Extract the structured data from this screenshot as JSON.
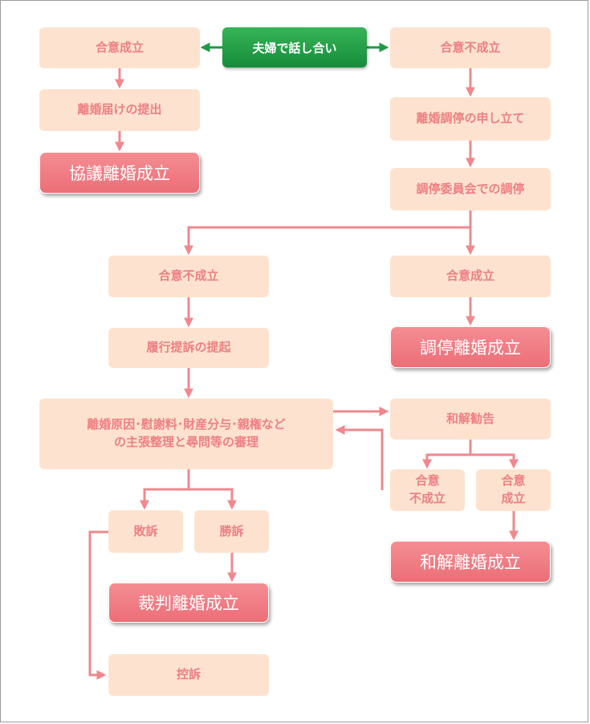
{
  "start": {
    "label": "夫婦で話し合い"
  },
  "left_branch": {
    "agreement": "合意成立",
    "submit": "離婚届けの提出",
    "result": "協議離婚成立"
  },
  "right_branch": {
    "no_agreement": "合意不成立",
    "mediation_petition": "離婚調停の申し立て",
    "mediation": "調停委員会での調停"
  },
  "mediation_outcomes": {
    "no_agreement": "合意不成立",
    "agreement": "合意成立",
    "result": "調停離婚成立"
  },
  "litigation": {
    "filing": "履行提訴の提起",
    "hearing_line1": "離婚原因･慰謝料･財産分与･親権など",
    "hearing_line2": "の主張整理と尋問等の審理"
  },
  "settlement": {
    "recommendation": "和解勧告",
    "no_agreement_line1": "合意",
    "no_agreement_line2": "不成立",
    "agreement_line1": "合意",
    "agreement_line2": "成立",
    "result": "和解離婚成立"
  },
  "judgment": {
    "lose": "敗訴",
    "win": "勝訴",
    "result": "裁判離婚成立",
    "appeal": "控訴"
  },
  "colors": {
    "step_fill": "#fde3cf",
    "step_text": "#ee7f84",
    "connector": "#f0888d",
    "start_fill": "#22a046",
    "start_arrow": "#1f9a45",
    "final_fill": "#ef777f"
  }
}
